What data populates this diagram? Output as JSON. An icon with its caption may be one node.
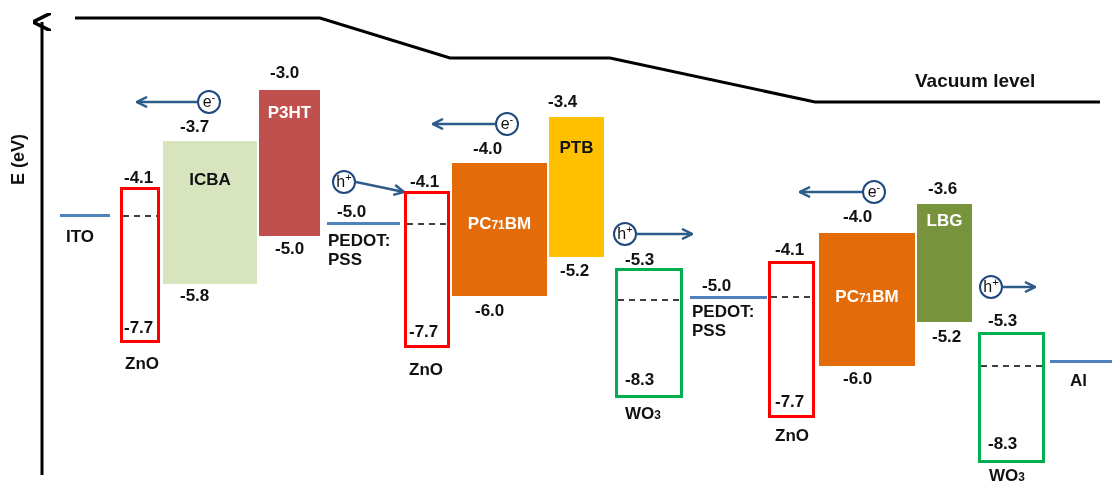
{
  "diagram": {
    "nodes": [
      {
        "text": [
          "ITO"
        ]
      },
      {
        "text": [
          "-7.7",
          "ZnO"
        ],
        "beside": [
          "-4.1"
        ]
      },
      {
        "text": [
          "ICBA"
        ],
        "beside": [
          "-3.7",
          "-5.8"
        ]
      },
      {
        "text": [
          "e$^{-}$"
        ]
      },
      {
        "text": [
          "P3HT"
        ],
        "beside": [
          "-3.0",
          "-5.0"
        ]
      },
      {
        "text": [
          "h$^{+}$"
        ]
      },
      {
        "text": [
          "PEDOT: PSS"
        ],
        "beside": [
          "-5.0"
        ]
      },
      {
        "text": [
          "-7.7",
          "ZnO"
        ],
        "beside": [
          "-4.1"
        ]
      },
      {
        "text": [
          "PC$_{71}$BM"
        ],
        "beside": [
          "-4.0",
          "-6.0"
        ]
      },
      {
        "text": [
          "e$^{-}$"
        ]
      },
      {
        "text": [
          "PTB"
        ],
        "beside": [
          "-3.4",
          "-5.2"
        ]
      },
      {
        "text": [
          "h$^{+}$"
        ]
      },
      {
        "text": [
          "-8.3",
          "WO$_{3}$"
        ],
        "beside": [
          "-5.3"
        ]
      },
      {
        "text": [
          "PEDOT: PSS"
        ],
        "beside": [
          "-5.0"
        ]
      },
      {
        "text": [
          "-7.7",
          "ZnO"
        ],
        "beside": [
          "-4.1"
        ]
      },
      {
        "text": [
          "e$^{-}$"
        ]
      },
      {
        "text": [
          "PC$_{71}$BM"
        ],
        "beside": [
          "-4.0",
          "-6.0"
        ]
      },
      {
        "text": [
          "LBG"
        ],
        "beside": [
          "-3.6",
          "-5.2"
        ]
      },
      {
        "text": [
          "h$^{+}$"
        ]
      },
      {
        "text": [
          "-8.3",
          "WO$_{3}$"
        ],
        "beside": [
          "-5.3"
        ]
      },
      {
        "text": [
          "Al"
        ]
      }
    ],
    "edges": [
      {
        "from": 3,
        "to": null,
        "arrow": "to"
      },
      {
        "from": 5,
        "to": 7,
        "arrow": "to"
      },
      {
        "from": 9,
        "to": null,
        "arrow": "to"
      },
      {
        "from": 11,
        "to": null,
        "arrow": "to"
      },
      {
        "from": 15,
        "to": null,
        "arrow": "to"
      },
      {
        "from": 18,
        "to": null,
        "arrow": "to"
      }
    ],
    "labels": [
      "E (eV)",
      "Vacuum level"
    ]
  }
}
